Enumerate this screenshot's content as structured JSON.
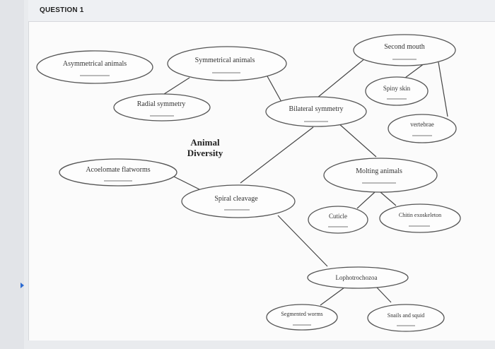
{
  "question": {
    "title": "QUESTION 1"
  },
  "diagram": {
    "center_title": [
      "Animal",
      "Diversity"
    ],
    "nodes": [
      {
        "id": "asymmetrical-animals",
        "label": "Asymmetrical animals"
      },
      {
        "id": "symmetrical-animals",
        "label": "Symmetrical animals"
      },
      {
        "id": "radial-symmetry",
        "label": "Radial symmetry"
      },
      {
        "id": "bilateral-symmetry",
        "label": "Bilateral symmetry"
      },
      {
        "id": "second-mouth",
        "label": "Second mouth"
      },
      {
        "id": "spiny-skin",
        "label": "Spiny skin"
      },
      {
        "id": "vertebrae",
        "label": "vertebrae"
      },
      {
        "id": "acoelomate-flatworms",
        "label": "Acoelomate flatworms"
      },
      {
        "id": "molting-animals",
        "label": "Molting animals"
      },
      {
        "id": "spiral-cleavage",
        "label": "Spiral cleavage"
      },
      {
        "id": "cuticle",
        "label": "Cuticle"
      },
      {
        "id": "chitin-exoskeleton",
        "label": "Chitin exoskeleton"
      },
      {
        "id": "lophotrochozoa",
        "label": "Lophotrochozoa"
      },
      {
        "id": "segmented-worms",
        "label": "Segmented worms"
      },
      {
        "id": "snails-and-squid",
        "label": "Snails and squid"
      }
    ]
  }
}
